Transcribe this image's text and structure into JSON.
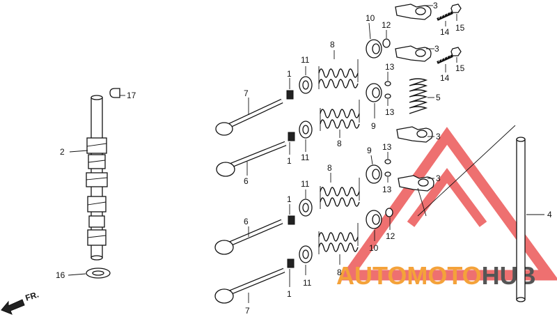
{
  "diagram": {
    "watermark": {
      "brand_text_orange": "AUTOMOTO",
      "brand_text_gray": "HUB",
      "accent_color": "#f4a23a",
      "mark_color": "#e84040",
      "gray_color": "#555555"
    },
    "direction_indicator": "FR.",
    "callouts": {
      "c17": "17",
      "c2": "2",
      "c16": "16",
      "c4": "4",
      "c7a": "7",
      "c6a": "6",
      "c6b": "6",
      "c7b": "7",
      "c1a": "1",
      "c1b": "1",
      "c1c": "1",
      "c1d": "1",
      "c11a": "11",
      "c11b": "11",
      "c11c": "11",
      "c11d": "11",
      "c8a": "8",
      "c8b": "8",
      "c8c": "8",
      "c8d": "8",
      "c10a": "10",
      "c10b": "10",
      "c12a": "12",
      "c12b": "12",
      "c9a": "9",
      "c9b": "9",
      "c13a": "13",
      "c13b": "13",
      "c13c": "13",
      "c13d": "13",
      "c3a": "3",
      "c3b": "3",
      "c3c": "3",
      "c3d": "3",
      "c14a": "14",
      "c14b": "14",
      "c15a": "15",
      "c15b": "15",
      "c5": "5"
    }
  }
}
